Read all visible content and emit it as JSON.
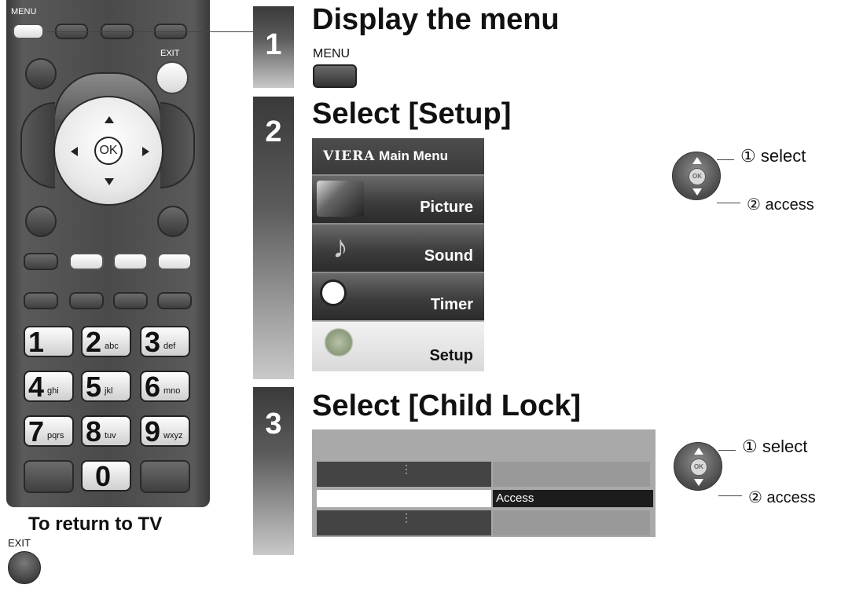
{
  "remote": {
    "menu_label": "MENU",
    "exit_label": "EXIT",
    "ok_label": "OK",
    "numbers": [
      {
        "digit": "1",
        "letters": ""
      },
      {
        "digit": "2",
        "letters": "abc"
      },
      {
        "digit": "3",
        "letters": "def"
      },
      {
        "digit": "4",
        "letters": "ghi"
      },
      {
        "digit": "5",
        "letters": "jkl"
      },
      {
        "digit": "6",
        "letters": "mno"
      },
      {
        "digit": "7",
        "letters": "pqrs"
      },
      {
        "digit": "8",
        "letters": "tuv"
      },
      {
        "digit": "9",
        "letters": "wxyz"
      },
      {
        "digit": "0",
        "letters": ""
      }
    ],
    "return_caption": "To return to TV",
    "return_exit_label": "EXIT"
  },
  "steps": [
    {
      "number": "1",
      "heading": "Display the menu",
      "button_label": "MENU"
    },
    {
      "number": "2",
      "heading": "Select [Setup]"
    },
    {
      "number": "3",
      "heading": "Select [Child Lock]"
    }
  ],
  "viera_menu": {
    "brand": "VIERA",
    "title": "Main Menu",
    "items": [
      {
        "label": "Picture",
        "selected": false
      },
      {
        "label": "Sound",
        "selected": false
      },
      {
        "label": "Timer",
        "selected": false
      },
      {
        "label": "Setup",
        "selected": true
      }
    ]
  },
  "child_lock_table": {
    "rows": [
      {
        "left": "",
        "right": "",
        "selected": false
      },
      {
        "left": "",
        "right": "Access",
        "selected": true
      },
      {
        "left": "",
        "right": "",
        "selected": false
      }
    ]
  },
  "pad_step2": {
    "ok": "OK",
    "select": "① select",
    "access": "② access"
  },
  "pad_step3": {
    "ok": "OK",
    "select": "① select",
    "access": "② access"
  }
}
